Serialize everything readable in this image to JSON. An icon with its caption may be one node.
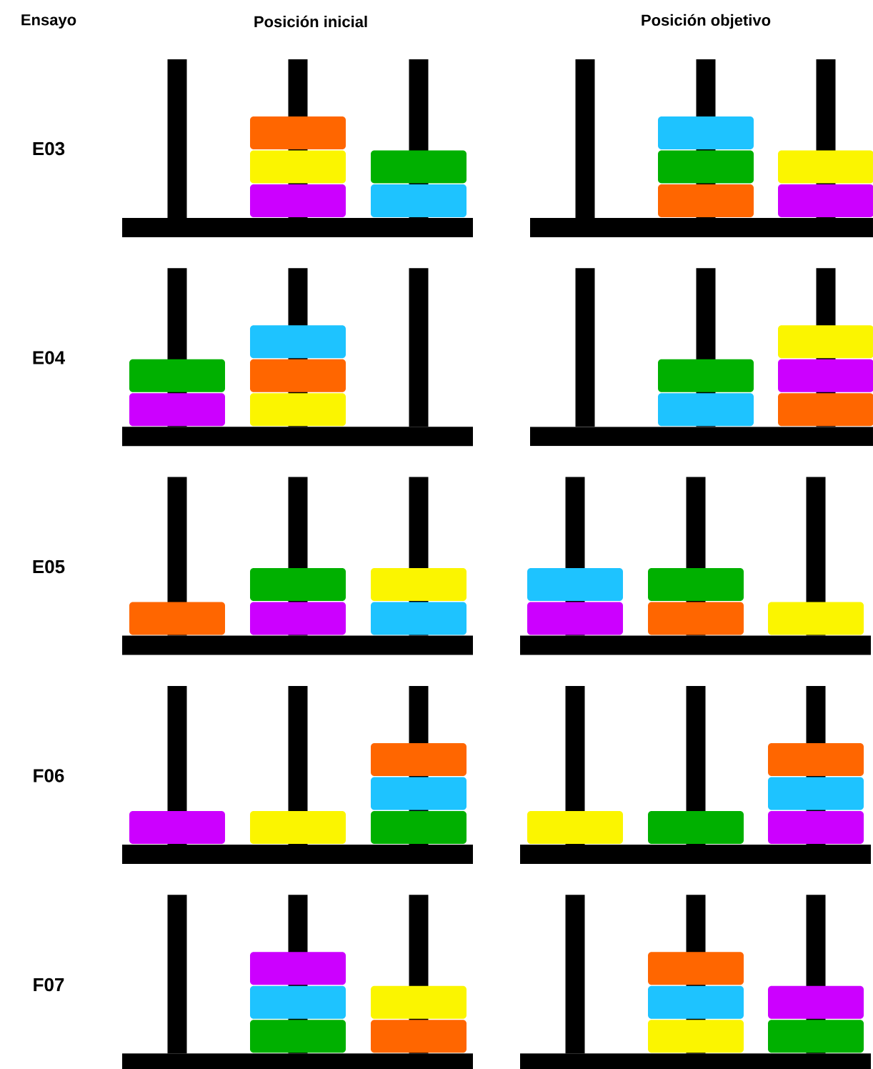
{
  "diagram": {
    "labels": [
      "Ensayo",
      "Posición inicial",
      "Posición objetivo",
      "E03",
      "E04",
      "E05",
      "F06",
      "F07"
    ]
  }
}
